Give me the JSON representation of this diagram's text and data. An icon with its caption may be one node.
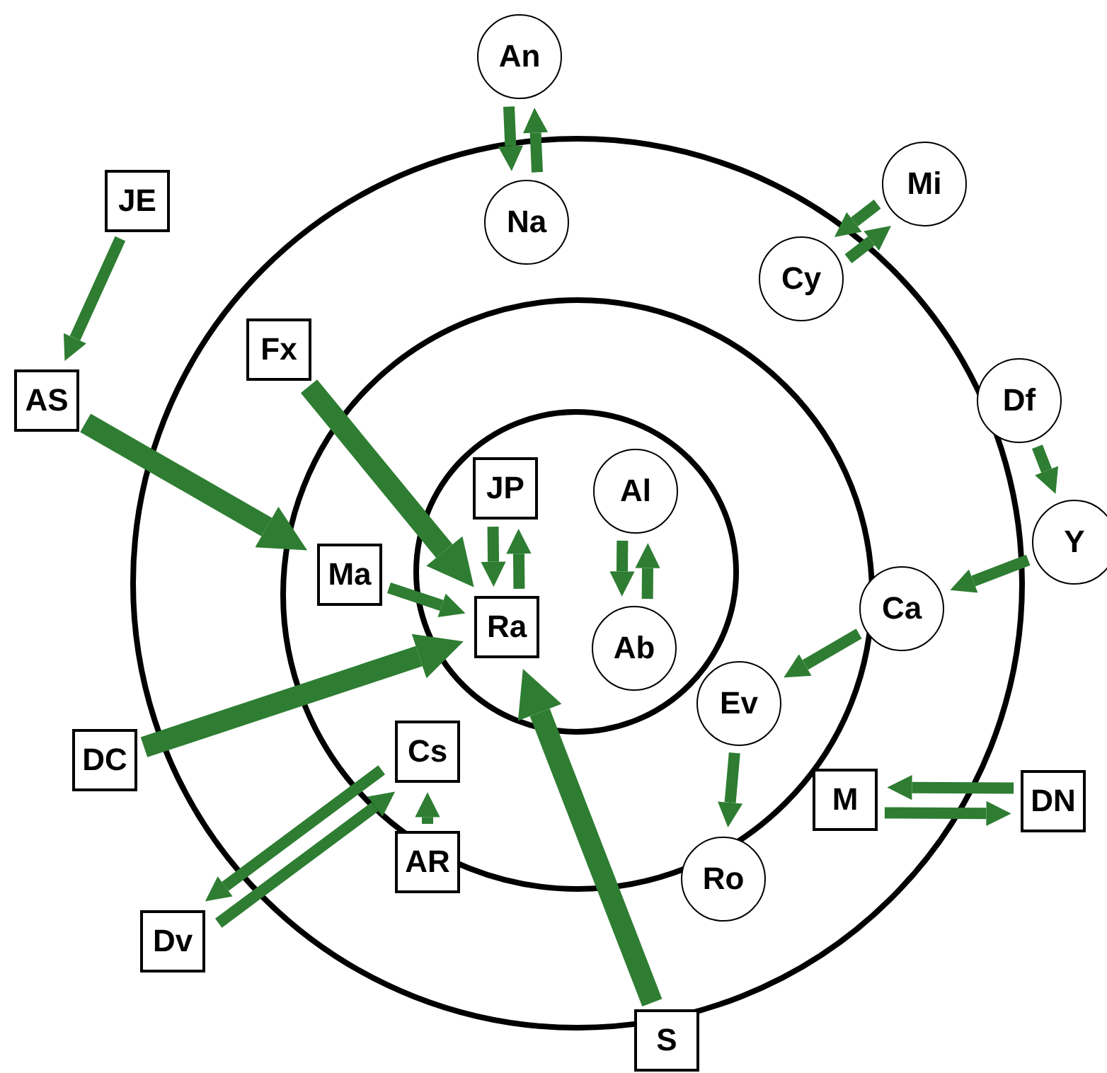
{
  "diagram": {
    "nodes": [
      {
        "text": [
          "An"
        ]
      },
      {
        "text": [
          "Na"
        ]
      },
      {
        "text": [
          "Mi"
        ]
      },
      {
        "text": [
          "JE"
        ]
      },
      {
        "text": [
          "Cy"
        ]
      },
      {
        "text": [
          "Fx"
        ]
      },
      {
        "text": [
          "AS"
        ]
      },
      {
        "text": [
          "Df"
        ]
      },
      {
        "text": [
          "JP"
        ]
      },
      {
        "text": [
          "Al"
        ]
      },
      {
        "text": [
          "Y"
        ]
      },
      {
        "text": [
          "Ma"
        ]
      },
      {
        "text": [
          "Ra"
        ]
      },
      {
        "text": [
          "Ca"
        ]
      },
      {
        "text": [
          "Ab"
        ]
      },
      {
        "text": [
          "Ev"
        ]
      },
      {
        "text": [
          "DC"
        ]
      },
      {
        "text": [
          "Cs"
        ]
      },
      {
        "text": [
          "M"
        ]
      },
      {
        "text": [
          "DN"
        ]
      },
      {
        "text": [
          "AR"
        ]
      },
      {
        "text": [
          "Ro"
        ]
      },
      {
        "text": [
          "Dv"
        ]
      },
      {
        "text": [
          "S"
        ]
      }
    ],
    "edges": [
      {
        "from": 0,
        "to": 1,
        "arrow": "to"
      },
      {
        "from": 1,
        "to": 0,
        "arrow": "to"
      },
      {
        "from": 2,
        "to": 4,
        "arrow": "to"
      },
      {
        "from": 4,
        "to": 2,
        "arrow": "to"
      },
      {
        "from": 3,
        "to": 6,
        "arrow": "to"
      },
      {
        "from": 6,
        "to": 11,
        "arrow": "to",
        "style": "thick"
      },
      {
        "from": 5,
        "to": 12,
        "arrow": "to",
        "style": "thick"
      },
      {
        "from": 8,
        "to": 12,
        "arrow": "to"
      },
      {
        "from": 12,
        "to": 8,
        "arrow": "to"
      },
      {
        "from": 9,
        "to": 14,
        "arrow": "to"
      },
      {
        "from": 14,
        "to": 9,
        "arrow": "to"
      },
      {
        "from": 7,
        "to": 10,
        "arrow": "to"
      },
      {
        "from": 10,
        "to": 13,
        "arrow": "to"
      },
      {
        "from": 11,
        "to": 12,
        "arrow": "to"
      },
      {
        "from": 13,
        "to": 15,
        "arrow": "to"
      },
      {
        "from": 16,
        "to": 12,
        "arrow": "to",
        "style": "thick"
      },
      {
        "from": 15,
        "to": 21,
        "arrow": "to"
      },
      {
        "from": 19,
        "to": 18,
        "arrow": "to"
      },
      {
        "from": 18,
        "to": 19,
        "arrow": "to"
      },
      {
        "from": 22,
        "to": 17,
        "arrow": "to"
      },
      {
        "from": 17,
        "to": 22,
        "arrow": "to"
      },
      {
        "from": 20,
        "to": 17,
        "arrow": "to"
      },
      {
        "from": 23,
        "to": 12,
        "arrow": "to",
        "style": "thick"
      }
    ]
  }
}
